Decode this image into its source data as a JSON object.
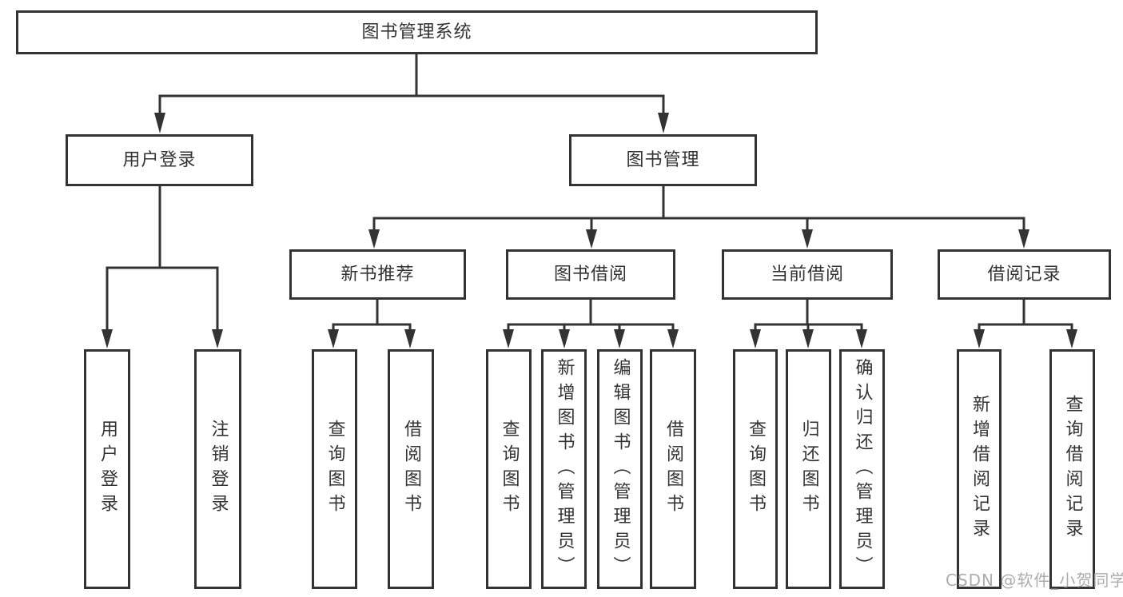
{
  "diagram": {
    "type": "tree",
    "title": "图书管理系统",
    "nodes": {
      "root": "图书管理系统",
      "user_login": "用户登录",
      "book_management": "图书管理",
      "new_book_recommend": "新书推荐",
      "book_borrow": "图书借阅",
      "current_borrow": "当前借阅",
      "borrow_records": "借阅记录",
      "leaf_user_login": "用户登录",
      "leaf_logout": "注销登录",
      "leaf_nb_query_books": "查询图书",
      "leaf_nb_borrow_books": "借阅图书",
      "leaf_bb_query_books": "查询图书",
      "leaf_bb_add_books": "新增图书（管理员）",
      "leaf_bb_edit_books": "编辑图书（管理员）",
      "leaf_bb_borrow_books": "借阅图书",
      "leaf_cb_query_books": "查询图书",
      "leaf_cb_return_books": "归还图书",
      "leaf_cb_confirm_return": "确认归还（管理员）",
      "leaf_br_add_record": "新增借阅记录",
      "leaf_br_query_record": "查询借阅记录"
    },
    "edges": [
      [
        "图书管理系统",
        "用户登录"
      ],
      [
        "图书管理系统",
        "图书管理"
      ],
      [
        "用户登录",
        "用户登录"
      ],
      [
        "用户登录",
        "注销登录"
      ],
      [
        "图书管理",
        "新书推荐"
      ],
      [
        "图书管理",
        "图书借阅"
      ],
      [
        "图书管理",
        "当前借阅"
      ],
      [
        "图书管理",
        "借阅记录"
      ],
      [
        "新书推荐",
        "查询图书"
      ],
      [
        "新书推荐",
        "借阅图书"
      ],
      [
        "图书借阅",
        "查询图书"
      ],
      [
        "图书借阅",
        "新增图书（管理员）"
      ],
      [
        "图书借阅",
        "编辑图书（管理员）"
      ],
      [
        "图书借阅",
        "借阅图书"
      ],
      [
        "当前借阅",
        "查询图书"
      ],
      [
        "当前借阅",
        "归还图书"
      ],
      [
        "当前借阅",
        "确认归还（管理员）"
      ],
      [
        "借阅记录",
        "新增借阅记录"
      ],
      [
        "借阅记录",
        "查询借阅记录"
      ]
    ],
    "colors": {
      "line": "#333333",
      "text": "#333333",
      "box_background": "#ffffff",
      "page_background": "#ffffff",
      "watermark": "#a5a5a5"
    }
  },
  "watermark": "CSDN @软件_小贺同学"
}
